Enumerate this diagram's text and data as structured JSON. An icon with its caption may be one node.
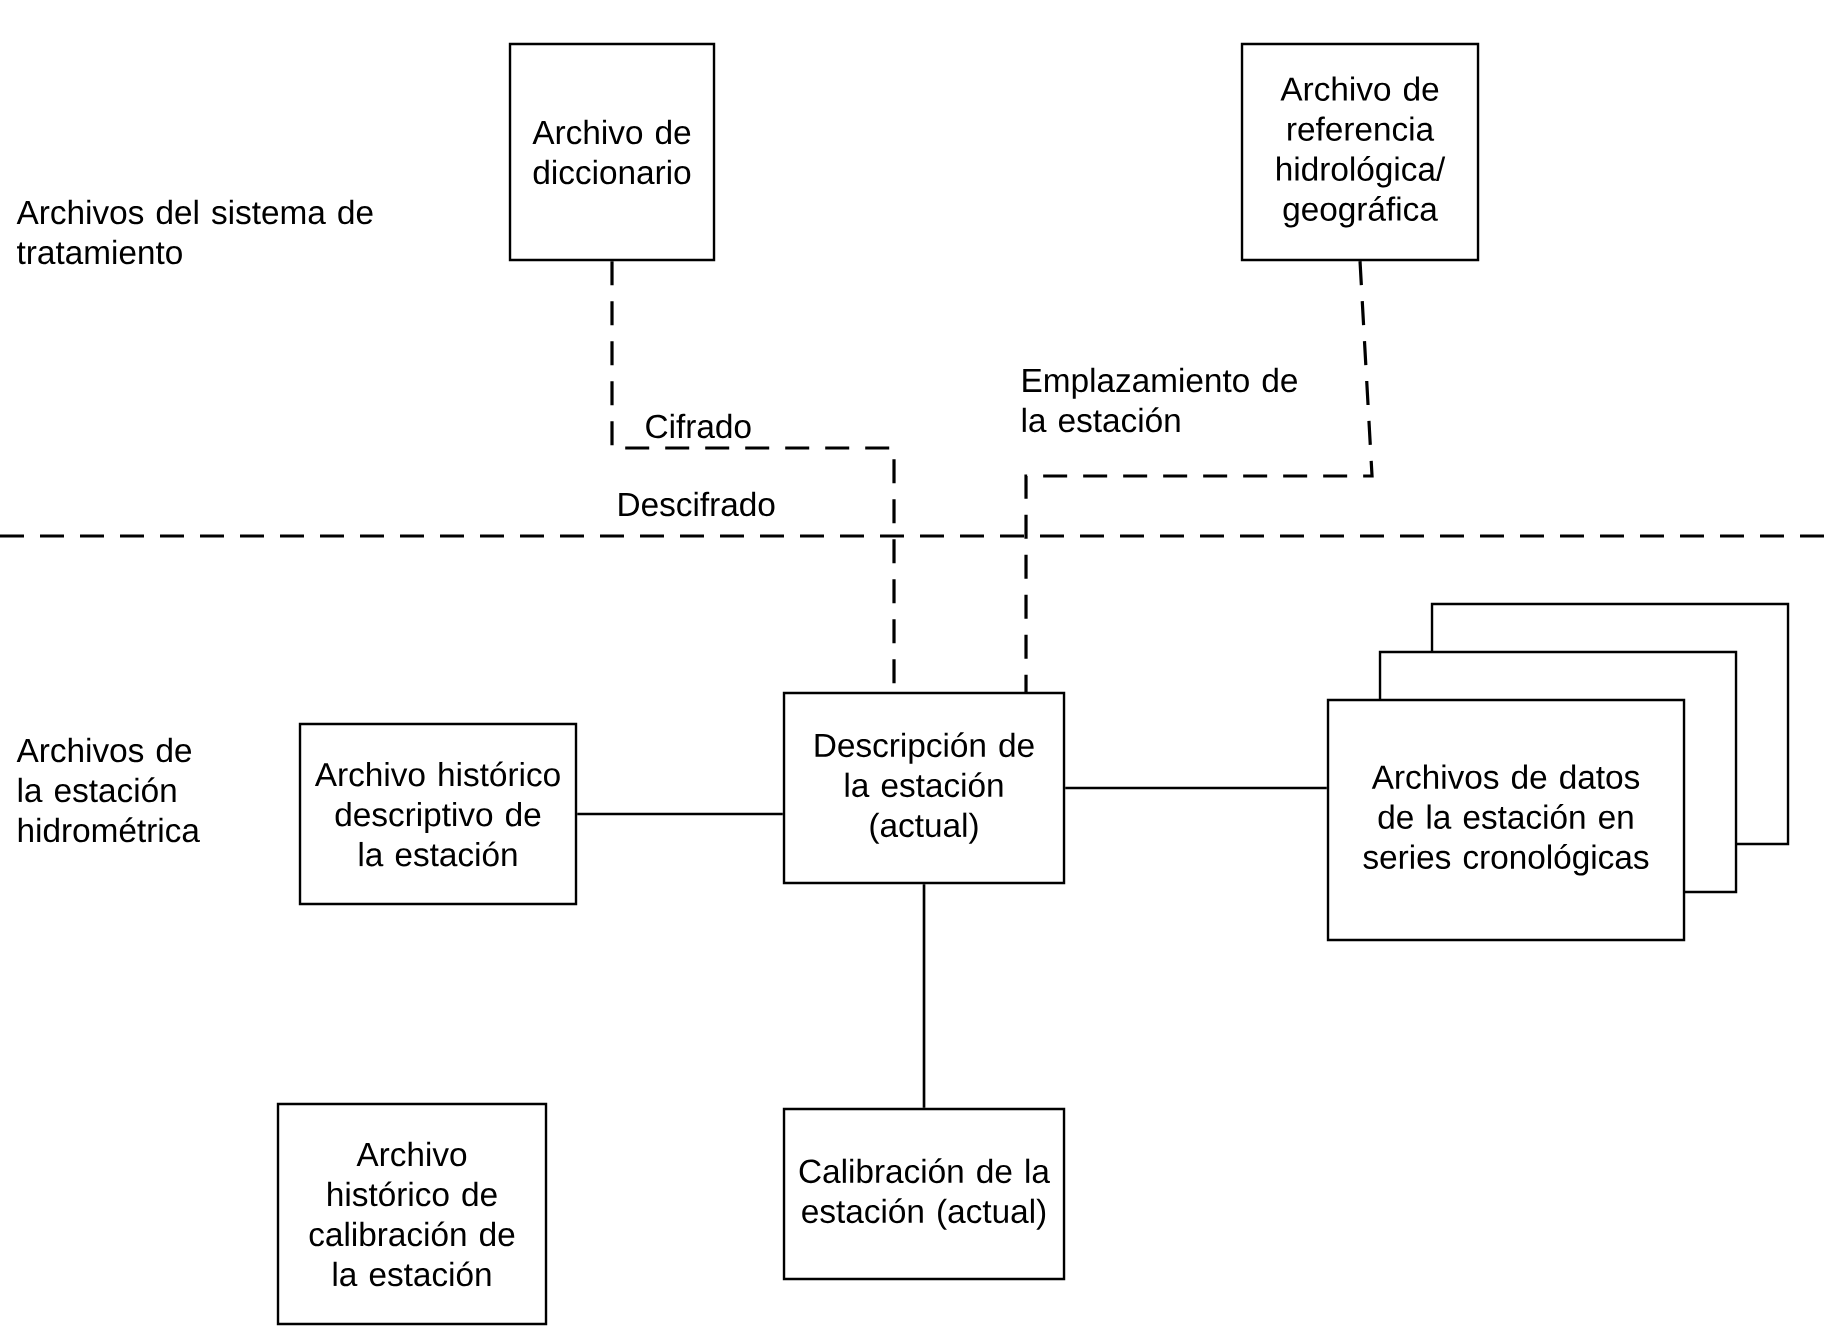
{
  "diagram": {
    "nodes": [
      {
        "text": [
          "Archivo de diccionario"
        ]
      },
      {
        "text": [
          "Archivo de referencia hidrológica/ geográfica"
        ]
      },
      {
        "text": [
          "Archivo histórico descriptivo de la estación"
        ]
      },
      {
        "text": [
          "Descripción de la estación (actual)"
        ]
      },
      {
        "text": [
          "Archivos de datos de la estación en series cronológicas"
        ]
      },
      {
        "text": [
          "Archivo histórico de calibración de la estación"
        ]
      },
      {
        "text": [
          "Calibración de la estación (actual)"
        ]
      }
    ],
    "edges": [
      {
        "from": 0,
        "to": 3,
        "arrow": "none",
        "style": "dashed"
      },
      {
        "from": 1,
        "to": 3,
        "arrow": "none",
        "style": "dashed"
      },
      {
        "from": 2,
        "to": 3,
        "arrow": "none"
      },
      {
        "from": 3,
        "to": 4,
        "arrow": "none"
      },
      {
        "from": 3,
        "to": 6,
        "arrow": "none"
      }
    ],
    "labels": [
      "Archivos del sistema de tratamiento",
      "Emplazamiento de la estación",
      "Cifrado",
      "Descifrado",
      "Archivos de la estación hidrométrica"
    ]
  }
}
